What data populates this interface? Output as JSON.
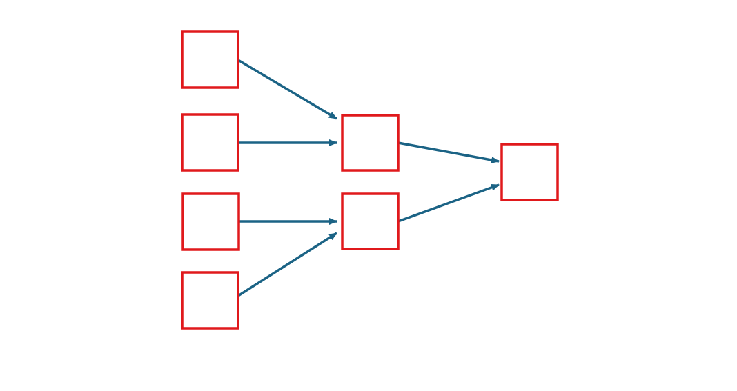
{
  "diagram": {
    "type": "tree-merge",
    "colors": {
      "node_border": "#e0191c",
      "node_fill": "#ffffff",
      "edge": "#1b6385"
    },
    "nodes": [
      {
        "id": "input-1",
        "label": ""
      },
      {
        "id": "input-2",
        "label": ""
      },
      {
        "id": "input-3",
        "label": ""
      },
      {
        "id": "input-4",
        "label": ""
      },
      {
        "id": "merge-1",
        "label": ""
      },
      {
        "id": "merge-2",
        "label": ""
      },
      {
        "id": "output",
        "label": ""
      }
    ],
    "edges": [
      {
        "from": "input-1",
        "to": "merge-1"
      },
      {
        "from": "input-2",
        "to": "merge-1"
      },
      {
        "from": "input-3",
        "to": "merge-2"
      },
      {
        "from": "input-4",
        "to": "merge-2"
      },
      {
        "from": "merge-1",
        "to": "output"
      },
      {
        "from": "merge-2",
        "to": "output"
      }
    ]
  }
}
